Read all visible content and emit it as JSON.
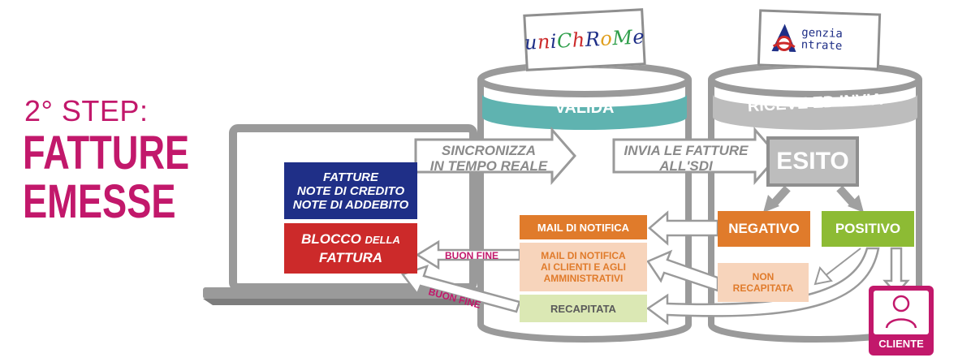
{
  "title": {
    "step": "2° STEP:",
    "line1": "FATTURE",
    "line2": "EMESSE"
  },
  "laptop": {
    "doc_types": [
      "FATTURE",
      "NOTE DI CREDITO",
      "NOTE DI ADDEBITO"
    ],
    "block_line1_bold": "BLOCCO",
    "block_line1_small": "DELLA",
    "block_line2": "FATTURA"
  },
  "arrows": {
    "sync_line1": "SINCRONIZZA",
    "sync_line2": "IN TEMPO REALE",
    "send_line1": "INVIA LE FATTURE",
    "send_line2": "ALL'SDI",
    "buon_fine_1": "BUON FINE",
    "buon_fine_2": "BUON FINE"
  },
  "unichrome": {
    "logo_letters": [
      "u",
      "n",
      "i",
      "C",
      "h",
      "R",
      "o",
      "M",
      "e"
    ],
    "band": "VALIDA",
    "mail_notifica": "MAIL DI NOTIFICA",
    "mail_clienti": [
      "MAIL DI NOTIFICA",
      "AI CLIENTI E AGLI",
      "AMMINISTRATIVI"
    ],
    "recapitata": "RECAPITATA"
  },
  "agenzia": {
    "logo_line1": "genzia",
    "logo_line2": "ntrate",
    "band": "RICEVE ED INVIA",
    "esito": "ESITO",
    "negativo": "NEGATIVO",
    "positivo": "POSITIVO",
    "non_recapitata": [
      "NON",
      "RECAPITATA"
    ]
  },
  "cliente": "CLIENTE",
  "colors": {
    "magenta": "#c2186b",
    "navy": "#1f2f87",
    "red": "#cc2a2a",
    "orange": "#e07b2b",
    "peach": "#f7d4bb",
    "green": "#8dbb34",
    "light_green": "#dbe8b4",
    "teal": "#5fb3b0",
    "gray": "#8f8f8f",
    "light_gray": "#bdbdbd",
    "unichrome_letters": [
      "#1f2f87",
      "#cc2a2a",
      "#1f2f87",
      "#2e9e4a",
      "#cc2a2a",
      "#1f2f87",
      "#e0a020",
      "#2e9e4a",
      "#1f2f87"
    ]
  }
}
